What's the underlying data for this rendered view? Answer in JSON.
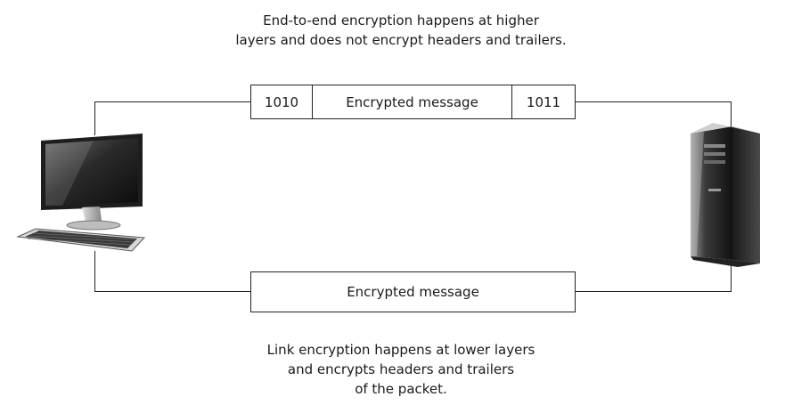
{
  "diagram": {
    "top_caption": "End-to-end encryption happens at higher\nlayers and does not encrypt headers and trailers.",
    "bottom_caption": "Link encryption happens at lower layers\nand encrypts headers and trailers\nof the packet.",
    "top_packet": {
      "header": "1010",
      "payload": "Encrypted message",
      "trailer": "1011"
    },
    "bottom_packet": {
      "payload": "Encrypted message"
    },
    "nodes": [
      "desktop-computer-icon",
      "server-tower-icon"
    ]
  }
}
